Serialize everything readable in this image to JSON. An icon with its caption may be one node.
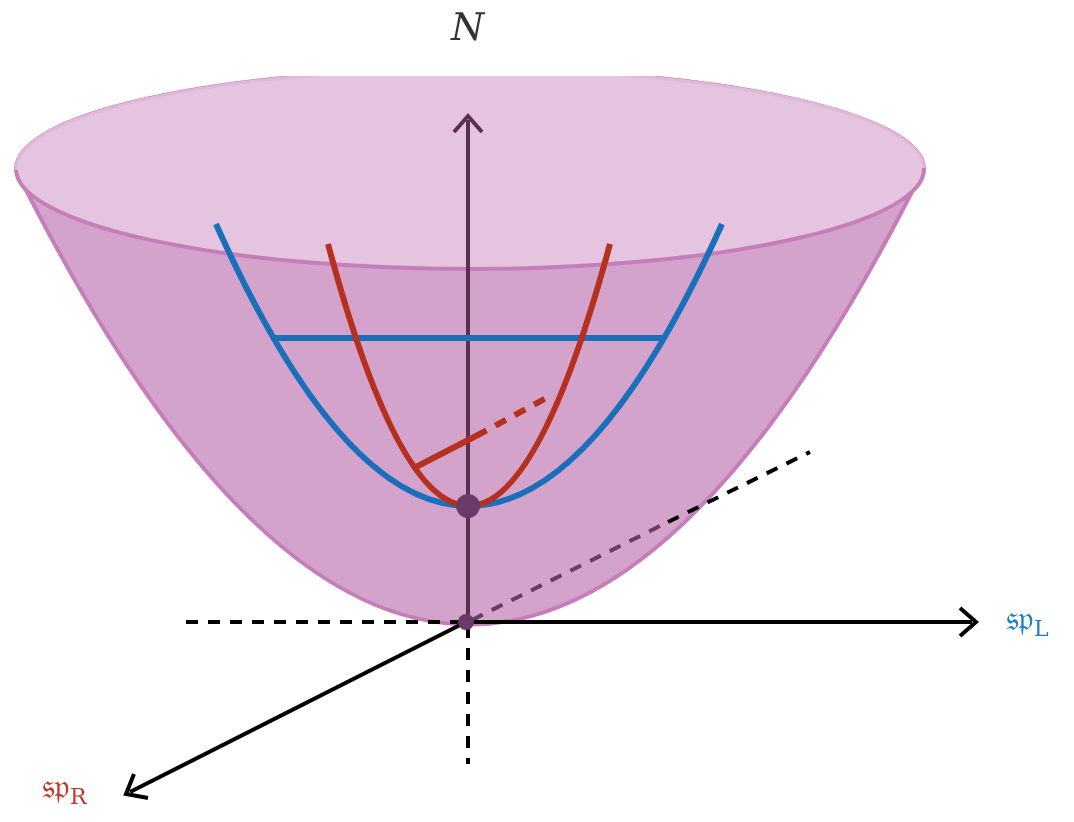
{
  "diagram": {
    "labels": [
      "N",
      "𝔰𝔭$_{L}$",
      "𝔰𝔭$_{R}$"
    ]
  }
}
